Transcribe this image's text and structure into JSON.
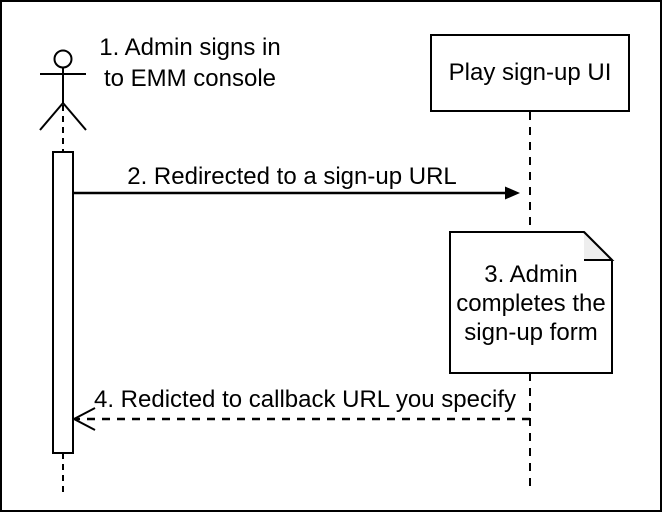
{
  "diagram": {
    "kind": "uml-sequence-diagram",
    "colors": {
      "background": "#ffffff",
      "stroke": "#000000",
      "note_fold_fill": "#eeeeee"
    },
    "actor": {
      "icon": "stick-figure-actor",
      "label_lines": [
        "1. Admin signs in",
        "to EMM console"
      ]
    },
    "participant": {
      "label": "Play sign-up UI"
    },
    "messages": [
      {
        "label": "2. Redirected to a sign-up URL",
        "line_style": "solid",
        "arrowhead": "filled-triangle",
        "direction": "left-to-right"
      },
      {
        "label": "4. Redicted to callback URL you specify",
        "line_style": "dashed",
        "arrowhead": "open-chevron",
        "direction": "right-to-left"
      }
    ],
    "note": {
      "lines": [
        "3. Admin",
        "completes the",
        "sign-up form"
      ]
    }
  }
}
